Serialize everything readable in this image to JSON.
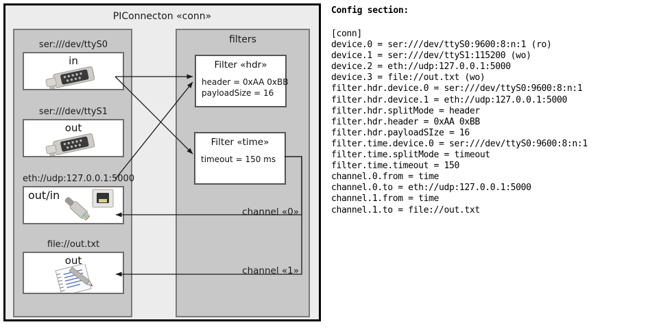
{
  "diagram": {
    "title": "PIConnecton «conn»",
    "devices_panel": {
      "devices": [
        {
          "label": "ser:///dev/ttyS0",
          "direction": "in",
          "icon": "serial-connector-icon"
        },
        {
          "label": "ser:///dev/ttyS1",
          "direction": "out",
          "icon": "serial-connector-icon"
        },
        {
          "label": "eth://udp:127.0.0.1:5000",
          "direction": "out/in",
          "icon": "ethernet-connector-icon"
        },
        {
          "label": "file://out.txt",
          "direction": "out",
          "icon": "document-pencil-icon"
        }
      ]
    },
    "filters_panel": {
      "title": "filters",
      "filters": [
        {
          "title": "Filter «hdr»",
          "props": "header = 0xAA 0xBB\npayloadSize = 16"
        },
        {
          "title": "Filter «time»",
          "props": "timeout = 150 ms"
        }
      ],
      "channels": [
        {
          "label": "channel «0»"
        },
        {
          "label": "channel «1»"
        }
      ]
    }
  },
  "config": {
    "heading": "Config section:",
    "text": "[conn]\ndevice.0 = ser:///dev/ttyS0:9600:8:n:1 (ro)\ndevice.1 = ser:///dev/ttyS1:115200 (wo)\ndevice.2 = eth://udp:127.0.0.1:5000\ndevice.3 = file://out.txt (wo)\nfilter.hdr.device.0 = ser:///dev/ttyS0:9600:8:n:1\nfilter.hdr.device.1 = eth://udp:127.0.0.1:5000\nfilter.hdr.splitMode = header\nfilter.hdr.header = 0xAA 0xBB\nfilter.hdr.payloadSIze = 16\nfilter.time.device.0 = ser:///dev/ttyS0:9600:8:n:1\nfilter.time.splitMode = timeout\nfilter.time.timeout = 150\nchannel.0.from = time\nchannel.0.to = eth://udp:127.0.0.1:5000\nchannel.1.from = time\nchannel.1.to = file://out.txt"
  },
  "colors": {
    "outer_bg": "#ececec",
    "panel_bg": "#c8c8c8",
    "card_bg": "#ffffff",
    "border": "#000000"
  }
}
